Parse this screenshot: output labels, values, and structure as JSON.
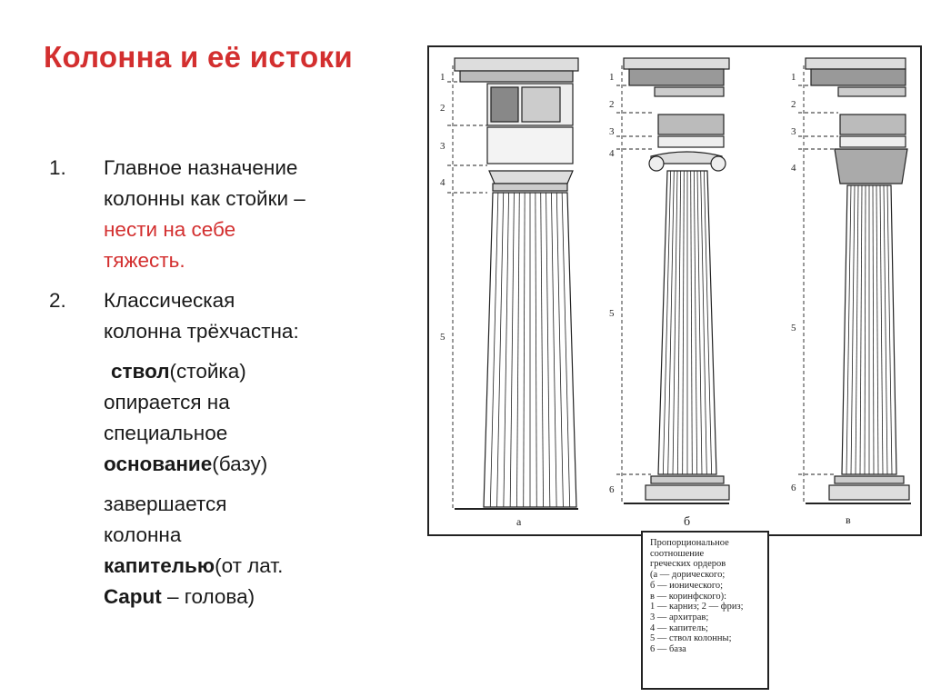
{
  "title": "Колонна и её истоки",
  "colors": {
    "title": "#d32f2f",
    "accent": "#d32f2f",
    "text": "#1a1a1a"
  },
  "list": {
    "item1": {
      "num": "1.",
      "line1": "Главное назначение",
      "line2": "колонны как стойки –",
      "red1": "нести на себе",
      "red2": "тяжесть."
    },
    "item2": {
      "num": "2.",
      "line1": "Классическая",
      "line2": "колонна трёхчастна:",
      "p1_bold": "ствол",
      "p1_rest": "(стойка)",
      "p1_line2": "опирается на",
      "p1_line3": "специальное",
      "p1_bold2": "основание",
      "p1_rest2": "(базу)",
      "p2_line1": "завершается",
      "p2_line2": "колонна",
      "p2_bold": "капителью",
      "p2_rest": "(от лат.",
      "p2_bold2": "Caput",
      "p2_rest2": " – голова)"
    }
  },
  "figure": {
    "column_labels": [
      "а",
      "б",
      "в"
    ],
    "part_numbers": [
      "1",
      "2",
      "3",
      "4",
      "5",
      "6"
    ]
  },
  "caption": {
    "lines": [
      "Пропорциональное",
      "соотношение",
      "греческих ордеров",
      "(а — дорического;",
      "б — ионического;",
      "в — коринфского):",
      "1 — карниз; 2 — фриз;",
      "3 — архитрав;",
      "4 — капитель;",
      "5 — ствол колонны;",
      "6 — база"
    ]
  }
}
